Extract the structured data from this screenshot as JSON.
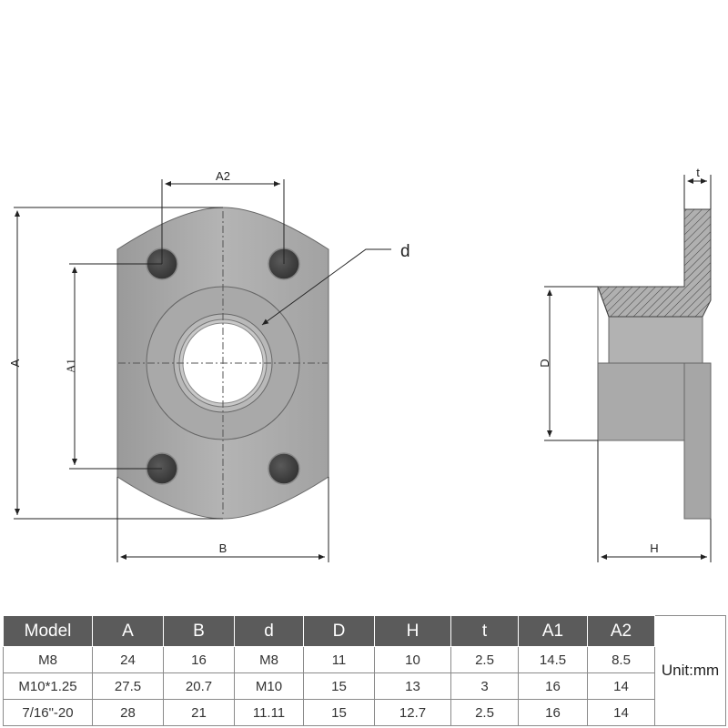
{
  "drawing": {
    "labels": {
      "A": "A",
      "A1": "A1",
      "A2": "A2",
      "B": "B",
      "d": "d",
      "D": "D",
      "H": "H",
      "t": "t"
    },
    "colors": {
      "metal": "#a8a8a8",
      "hole": "#4a4a4a",
      "line": "#222222"
    }
  },
  "table": {
    "headers": [
      "Model",
      "A",
      "B",
      "d",
      "D",
      "H",
      "t",
      "A1",
      "A2"
    ],
    "rows": [
      [
        "M8",
        "24",
        "16",
        "M8",
        "11",
        "10",
        "2.5",
        "14.5",
        "8.5"
      ],
      [
        "M10*1.25",
        "27.5",
        "20.7",
        "M10",
        "15",
        "13",
        "3",
        "16",
        "14"
      ],
      [
        "7/16\"-20",
        "28",
        "21",
        "11.11",
        "15",
        "12.7",
        "2.5",
        "16",
        "14"
      ]
    ],
    "unit": "Unit:mm",
    "header_color": "#5b5b5b"
  }
}
